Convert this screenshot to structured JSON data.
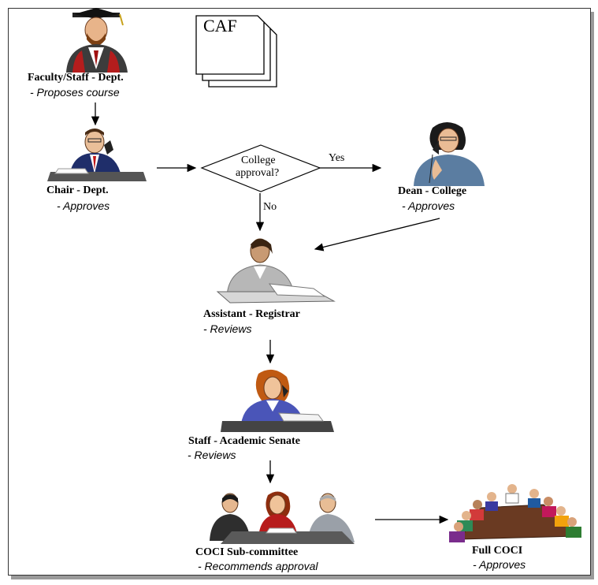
{
  "document": {
    "label": "CAF"
  },
  "decision": {
    "line1": "College",
    "line2": "approval?",
    "yes": "Yes",
    "no": "No"
  },
  "nodes": {
    "faculty": {
      "title": "Faculty/Staff - Dept.",
      "role": "- Proposes course"
    },
    "chair": {
      "title": "Chair - Dept.",
      "role": "- Approves"
    },
    "dean": {
      "title": "Dean - College",
      "role": "- Approves"
    },
    "registrar": {
      "title": "Assistant - Registrar",
      "role": "- Reviews"
    },
    "senate": {
      "title": "Staff - Academic Senate",
      "role": "- Reviews"
    },
    "coci_sub": {
      "title": "COCI Sub-committee",
      "role": "- Recommends approval"
    },
    "full_coci": {
      "title": "Full COCI",
      "role": "- Approves"
    }
  }
}
